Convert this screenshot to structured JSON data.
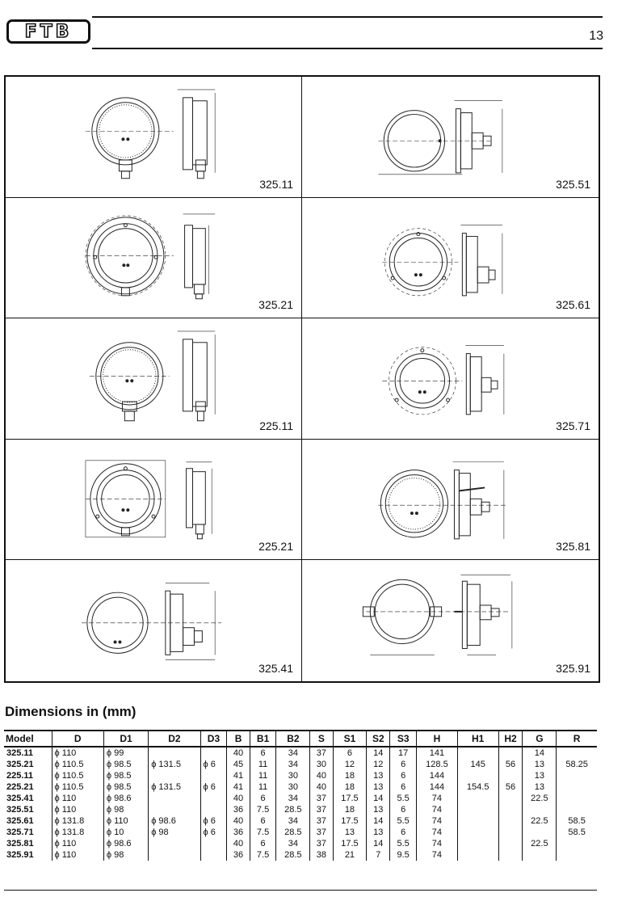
{
  "header": {
    "logo": "FTB",
    "page_number": "13"
  },
  "drawings": [
    "325.11",
    "325.51",
    "325.21",
    "325.61",
    "225.11",
    "325.71",
    "225.21",
    "325.81",
    "325.41",
    "325.91"
  ],
  "dimensions": {
    "title": "Dimensions in (mm)",
    "headers": [
      "Model",
      "D",
      "D1",
      "D2",
      "D3",
      "B",
      "B1",
      "B2",
      "S",
      "S1",
      "S2",
      "S3",
      "H",
      "H1",
      "H2",
      "G",
      "R"
    ],
    "rows": [
      [
        "325.11",
        "ϕ 110",
        "ϕ 99",
        "",
        "",
        "40",
        "6",
        "34",
        "37",
        "6",
        "14",
        "17",
        "141",
        "",
        "",
        "14",
        ""
      ],
      [
        "325.21",
        "ϕ 110.5",
        "ϕ 98.5",
        "ϕ 131.5",
        "ϕ 6",
        "45",
        "11",
        "34",
        "30",
        "12",
        "12",
        "6",
        "128.5",
        "145",
        "56",
        "13",
        "58.25"
      ],
      [
        "225.11",
        "ϕ 110.5",
        "ϕ 98.5",
        "",
        "",
        "41",
        "11",
        "30",
        "40",
        "18",
        "13",
        "6",
        "144",
        "",
        "",
        "13",
        ""
      ],
      [
        "225.21",
        "ϕ 110.5",
        "ϕ 98.5",
        "ϕ 131.5",
        "ϕ 6",
        "41",
        "11",
        "30",
        "40",
        "18",
        "13",
        "6",
        "144",
        "154.5",
        "56",
        "13",
        ""
      ],
      [
        "325.41",
        "ϕ 110",
        "ϕ 98.6",
        "",
        "",
        "40",
        "6",
        "34",
        "37",
        "17.5",
        "14",
        "5.5",
        "74",
        "",
        "",
        "22.5",
        ""
      ],
      [
        "325.51",
        "ϕ 110",
        "ϕ 98",
        "",
        "",
        "36",
        "7.5",
        "28.5",
        "37",
        "18",
        "13",
        "6",
        "74",
        "",
        "",
        "",
        ""
      ],
      [
        "325.61",
        "ϕ 131.8",
        "ϕ 110",
        "ϕ 98.6",
        "ϕ 6",
        "40",
        "6",
        "34",
        "37",
        "17.5",
        "14",
        "5.5",
        "74",
        "",
        "",
        "22.5",
        "58.5"
      ],
      [
        "325.71",
        "ϕ 131.8",
        "ϕ 10",
        "ϕ 98",
        "ϕ 6",
        "36",
        "7.5",
        "28.5",
        "37",
        "13",
        "13",
        "6",
        "74",
        "",
        "",
        "",
        "58.5"
      ],
      [
        "325.81",
        "ϕ 110",
        "ϕ 98.6",
        "",
        "",
        "40",
        "6",
        "34",
        "37",
        "17.5",
        "14",
        "5.5",
        "74",
        "",
        "",
        "22.5",
        ""
      ],
      [
        "325.91",
        "ϕ 110",
        "ϕ 98",
        "",
        "",
        "36",
        "7.5",
        "28.5",
        "38",
        "21",
        "7",
        "9.5",
        "74",
        "",
        "",
        "",
        ""
      ]
    ]
  }
}
